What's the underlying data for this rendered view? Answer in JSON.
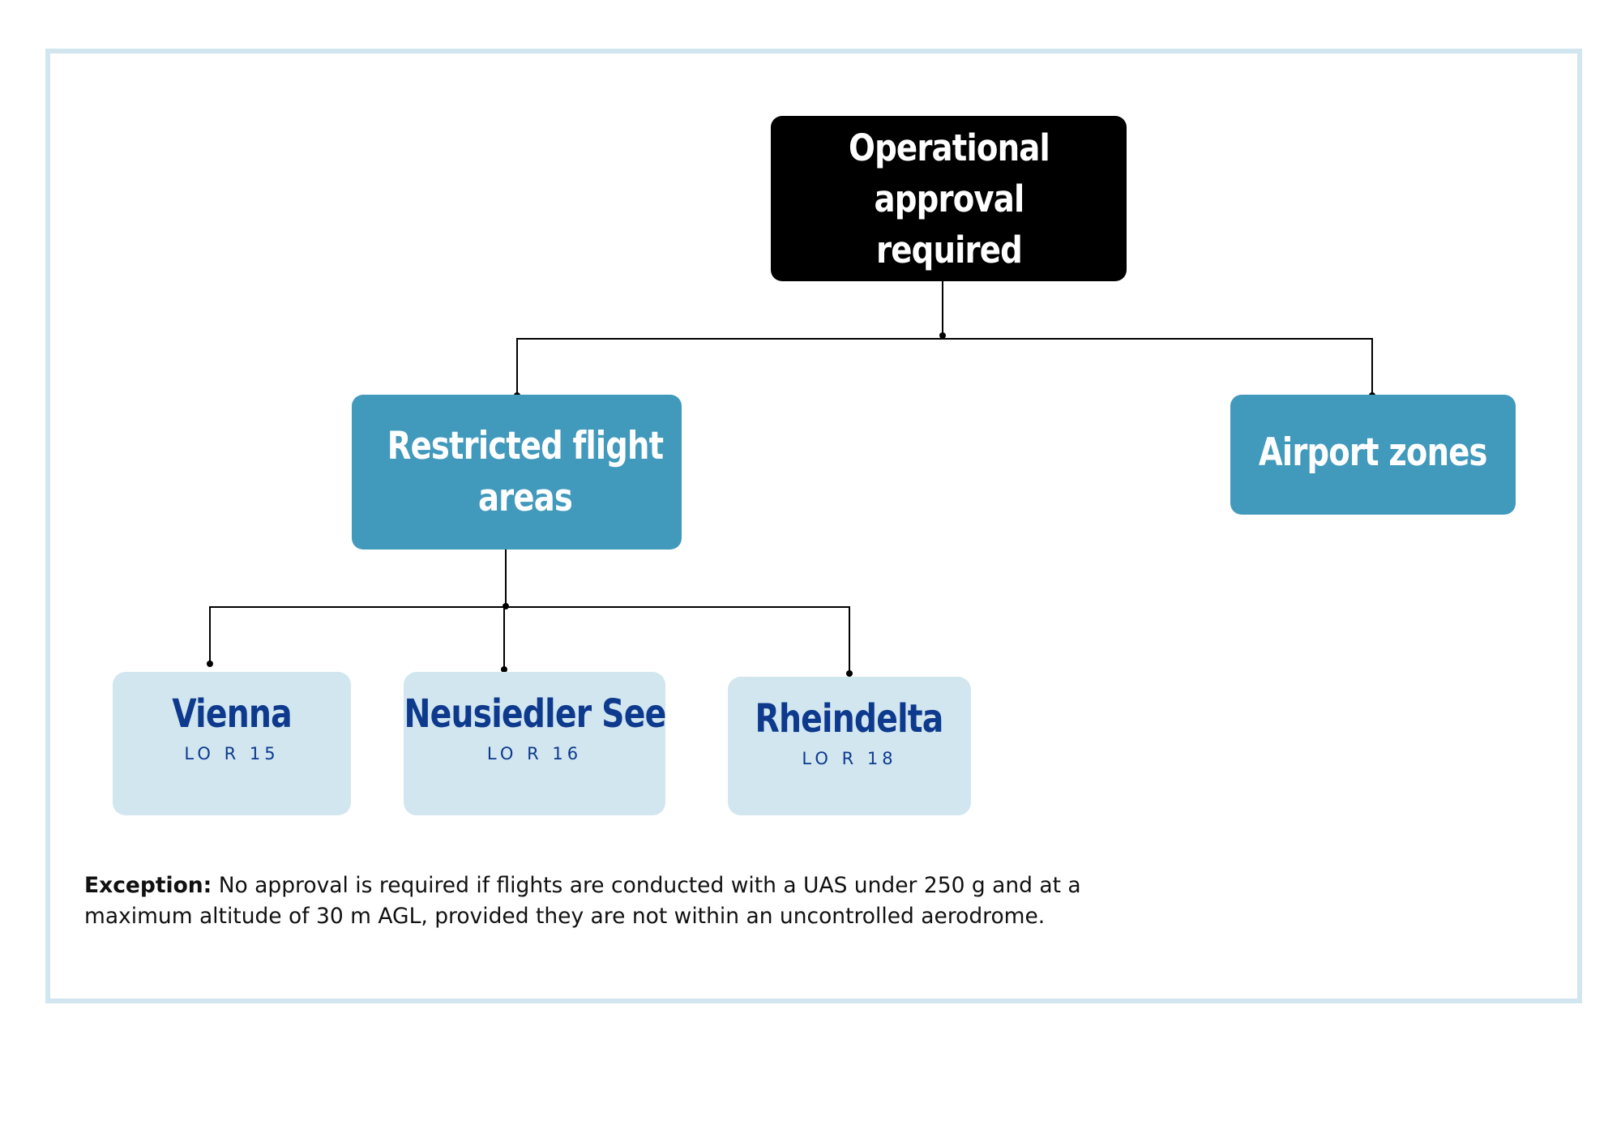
{
  "diagram": {
    "root": {
      "label": "Operational approval required"
    },
    "categories": [
      {
        "id": "restricted",
        "label": "Restricted flight areas"
      },
      {
        "id": "airport",
        "label": "Airport zones"
      }
    ],
    "areas": [
      {
        "name": "Vienna",
        "code": "LO R 15"
      },
      {
        "name": "Neusiedler See",
        "code": "LO R 16"
      },
      {
        "name": "Rheindelta",
        "code": "LO R 18"
      }
    ],
    "exception": {
      "label": "Exception:",
      "text": "No approval is required if flights are conducted with a UAS under 250 g and at a maximum altitude of 30 m AGL, provided they are not within an uncontrolled aerodrome."
    }
  },
  "colors": {
    "root_fill": "#000000",
    "category_fill": "#4199bc",
    "area_fill": "#d2e6ef",
    "area_text": "#0e3a8e",
    "frame": "#d2e6ef",
    "connector": "#000000"
  }
}
